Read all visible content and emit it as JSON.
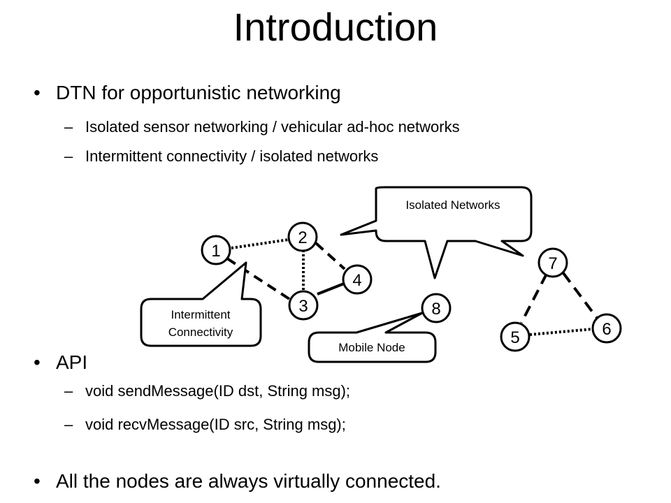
{
  "slide": {
    "title": "Introduction",
    "bullets": {
      "b1": "DTN for opportunistic networking",
      "b1_sub1": "Isolated sensor networking / vehicular ad-hoc networks",
      "b1_sub2": "Intermittent connectivity / isolated networks",
      "b2": "API",
      "b2_sub1": "void sendMessage(ID dst, String msg);",
      "b2_sub2": "void recvMessage(ID src, String msg);",
      "b3": "All the nodes are always virtually connected."
    },
    "markers": {
      "dot": "•",
      "dash": "–"
    }
  },
  "diagram": {
    "nodes": {
      "n1": "1",
      "n2": "2",
      "n3": "3",
      "n4": "4",
      "n5": "5",
      "n6": "6",
      "n7": "7",
      "n8": "8"
    },
    "callouts": {
      "isolated": "Isolated Networks",
      "intermittent_line1": "Intermittent",
      "intermittent_line2": "Connectivity",
      "mobile": "Mobile Node"
    }
  }
}
